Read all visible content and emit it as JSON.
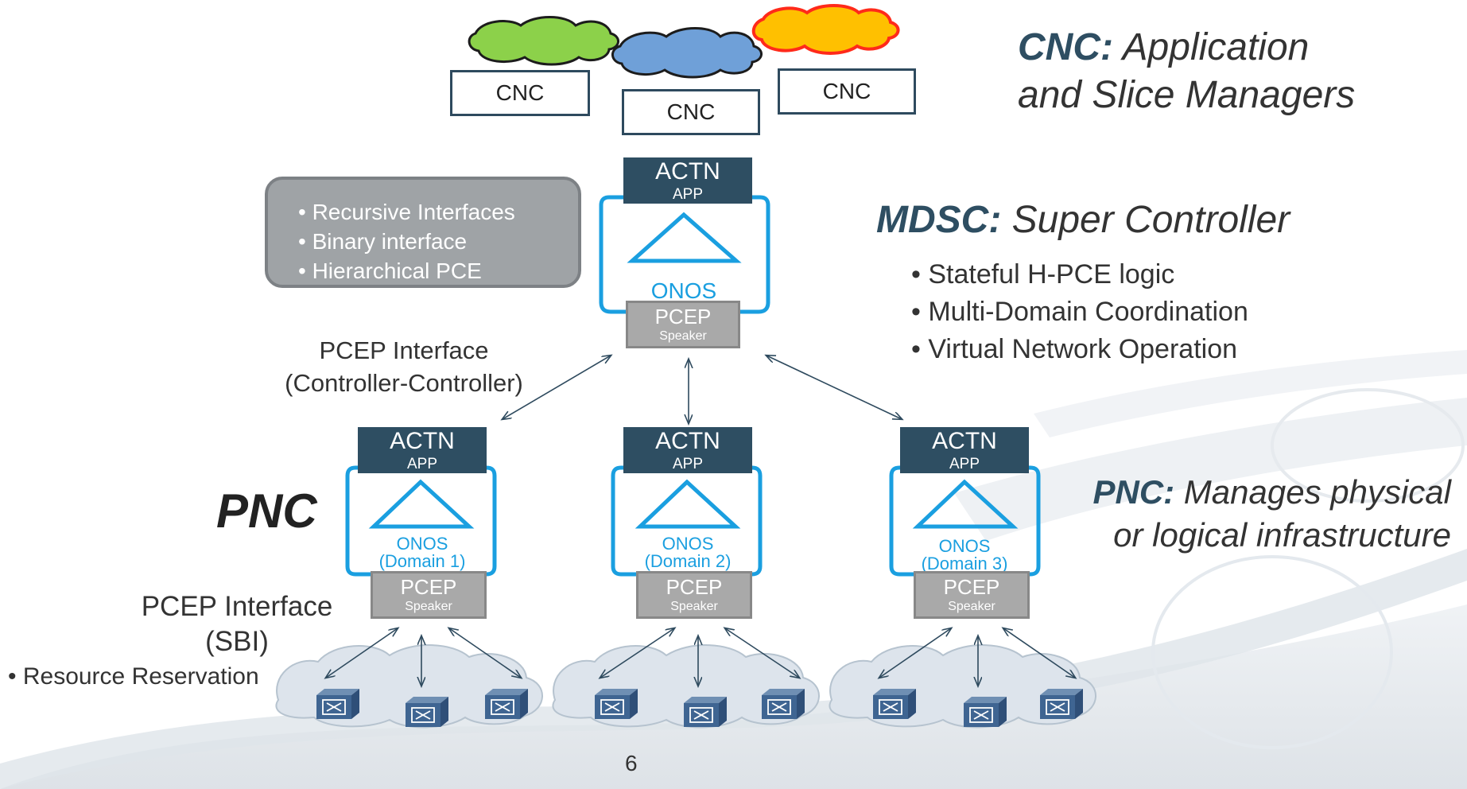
{
  "cnc_boxes": [
    {
      "label": "CNC",
      "cloud_color": "#8cd14a"
    },
    {
      "label": "CNC",
      "cloud_color": "#6fa0d8"
    },
    {
      "label": "CNC",
      "cloud_color": "#ff3a1f"
    }
  ],
  "mdsc_node": {
    "actn": "ACTN",
    "app": "APP",
    "onos": "ONOS",
    "pcep": "PCEP",
    "speaker": "Speaker"
  },
  "pnc_nodes": [
    {
      "actn": "ACTN",
      "app": "APP",
      "onos": "ONOS",
      "domain": "(Domain 1)",
      "pcep": "PCEP",
      "speaker": "Speaker"
    },
    {
      "actn": "ACTN",
      "app": "APP",
      "onos": "ONOS",
      "domain": "(Domain 2)",
      "pcep": "PCEP",
      "speaker": "Speaker"
    },
    {
      "actn": "ACTN",
      "app": "APP",
      "onos": "ONOS",
      "domain": "(Domain 3)",
      "pcep": "PCEP",
      "speaker": "Speaker"
    }
  ],
  "bubble_items": [
    "• Recursive Interfaces",
    "• Binary interface",
    "• Hierarchical PCE"
  ],
  "cnc_heading": {
    "strong": "CNC:",
    "rest_line1": " Application",
    "line2": "and Slice Managers"
  },
  "mdsc_heading": {
    "strong": "MDSC:",
    "rest": " Super Controller"
  },
  "mdsc_bullets": [
    "• Stateful H-PCE logic",
    "• Multi-Domain Coordination",
    "• Virtual Network Operation"
  ],
  "pcep_cc": {
    "line1": "PCEP Interface",
    "line2": "(Controller-Controller)"
  },
  "pnc_label": "PNC",
  "pnc_heading": {
    "strong": "PNC:",
    "rest_line1": " Manages physical",
    "line2": "or logical infrastructure"
  },
  "pcep_sbi": {
    "line1": "PCEP Interface",
    "line2": "(SBI)",
    "bullet": "• Resource Reservation"
  },
  "page_number": "6",
  "colors": {
    "navy": "#2e4e62",
    "onos_blue": "#1a9fe0",
    "arrow": "#2e4a5e",
    "gray_box": "#a9a9a9"
  }
}
